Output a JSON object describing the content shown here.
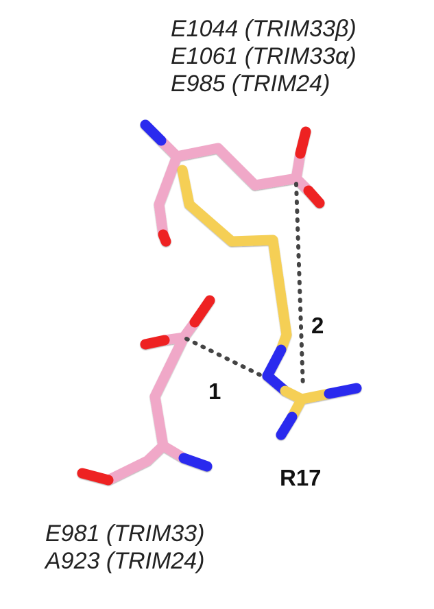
{
  "labels": {
    "top": [
      "E1044 (TRIM33β)",
      "E1061 (TRIM33α)",
      "E985 (TRIM24)"
    ],
    "bottom": [
      "E981 (TRIM33)",
      "A923 (TRIM24)"
    ],
    "interaction_1": "1",
    "interaction_2": "2",
    "arginine": "R17"
  },
  "colors": {
    "trim_carbon": "#f0a8c8",
    "arginine_carbon": "#f5cf55",
    "oxygen": "#ee2222",
    "nitrogen": "#2a2aee",
    "hbond": "#444444"
  }
}
